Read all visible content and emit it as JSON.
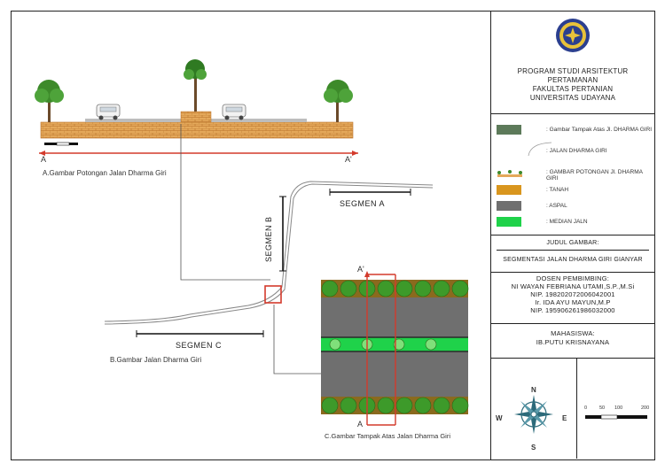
{
  "title_block": {
    "line1": "PROGRAM STUDI ARSITEKTUR PERTAMANAN",
    "line2": "FAKULTAS PERTANIAN",
    "line3": "UNIVERSITAS UDAYANA"
  },
  "legend": {
    "items": [
      {
        "label": ": Gambar Tampak Atas Jl. DHARMA GIRI"
      },
      {
        "label": ": JALAN DHARMA GIRI"
      },
      {
        "label": ": GAMBAR POTONGAN Jl. DHARMA GIRI"
      },
      {
        "label": ": TANAH",
        "color": "#d9961e"
      },
      {
        "label": ": ASPAL",
        "color": "#6f6f6f"
      },
      {
        "label": ": MEDIAN JALN",
        "color": "#1fd24a"
      }
    ]
  },
  "judul": {
    "heading": "JUDUL GAMBAR:",
    "text": "SEGMENTASI JALAN DHARMA GIRI GIANYAR"
  },
  "dosen": {
    "heading": "DOSEN PEMBIMBING:",
    "name1": "NI WAYAN FEBRIANA UTAMI,S.P.,M.Si",
    "nip1": "NIP. 198202072006042001",
    "name2": "Ir. IDA AYU MAYUN,M.P",
    "nip2": "NIP. 195906261986032000"
  },
  "mahasiswa": {
    "heading": "MAHASISWA:",
    "name": "IB.PUTU KRISNAYANA"
  },
  "compass": {
    "n": "N",
    "s": "S",
    "e": "E",
    "w": "W"
  },
  "scale": {
    "ticks": [
      "0",
      "50",
      "100",
      "200"
    ]
  },
  "drawing": {
    "section_title": "A.Gambar Potongan Jalan Dharma Giri",
    "section_a": "A",
    "section_a_prime": "A'",
    "segment_a": "SEGMEN A",
    "segment_b": "SEGMEN B",
    "segment_c": "SEGMEN C",
    "road_title": "B.Gambar Jalan Dharma Giri",
    "plan_title": "C.Gambar Tampak Atas Jalan Dharma Giri",
    "plan_a_top": "A'",
    "plan_a_bottom": "A"
  },
  "colors": {
    "soil": "#d9961e",
    "asphalt": "#6f6f6f",
    "median": "#1fd24a",
    "cut_line": "#d33a2c",
    "tree": "#3d8a2a"
  }
}
